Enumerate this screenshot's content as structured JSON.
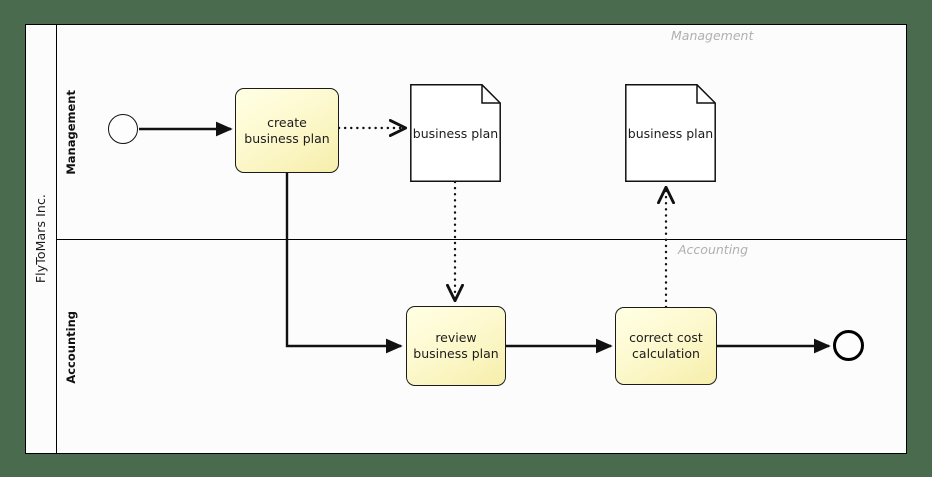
{
  "diagram": {
    "type": "bpmn-process",
    "background_color": "#4a6b4d",
    "pool": {
      "label": "FlyToMars Inc.",
      "fill": "#fcfcfc",
      "border_color": "#000000"
    },
    "lanes": [
      {
        "id": "management",
        "vertical_label": "Management",
        "corner_label": "Management",
        "corner_label_color": "#b0b0b0"
      },
      {
        "id": "accounting",
        "vertical_label": "Accounting",
        "corner_label": "Accounting",
        "corner_label_color": "#b0b0b0"
      }
    ],
    "events": [
      {
        "id": "start-event",
        "kind": "start",
        "label": "",
        "lane": "management"
      },
      {
        "id": "end-event",
        "kind": "end",
        "label": "",
        "lane": "accounting"
      }
    ],
    "tasks": [
      {
        "id": "task-create",
        "label": "create\nbusiness plan",
        "line1": "create",
        "line2": "business plan",
        "lane": "management",
        "fill": "#fdf9cf"
      },
      {
        "id": "task-review",
        "label": "review\nbusiness plan",
        "line1": "review",
        "line2": "business plan",
        "lane": "accounting",
        "fill": "#fdf9cf"
      },
      {
        "id": "task-correct",
        "label": "correct cost\ncalculation",
        "line1": "correct cost",
        "line2": "calculation",
        "lane": "accounting",
        "fill": "#fdf9cf"
      }
    ],
    "data_objects": [
      {
        "id": "data-object-1",
        "label": "business plan",
        "lane": "management"
      },
      {
        "id": "data-object-2",
        "label": "business plan",
        "lane": "management"
      }
    ],
    "sequence_flows": [
      {
        "id": "flow-start-create",
        "from": "start-event",
        "to": "task-create"
      },
      {
        "id": "flow-create-review",
        "from": "task-create",
        "to": "task-review"
      },
      {
        "id": "flow-review-correct",
        "from": "task-review",
        "to": "task-correct"
      },
      {
        "id": "flow-correct-end",
        "from": "task-correct",
        "to": "end-event"
      }
    ],
    "associations": [
      {
        "id": "assoc-create-data1",
        "from": "task-create",
        "to": "data-object-1",
        "style": "dotted"
      },
      {
        "id": "assoc-data1-review",
        "from": "data-object-1",
        "to": "task-review",
        "style": "dotted"
      },
      {
        "id": "assoc-correct-data2",
        "from": "task-correct",
        "to": "data-object-2",
        "style": "dotted"
      }
    ]
  }
}
